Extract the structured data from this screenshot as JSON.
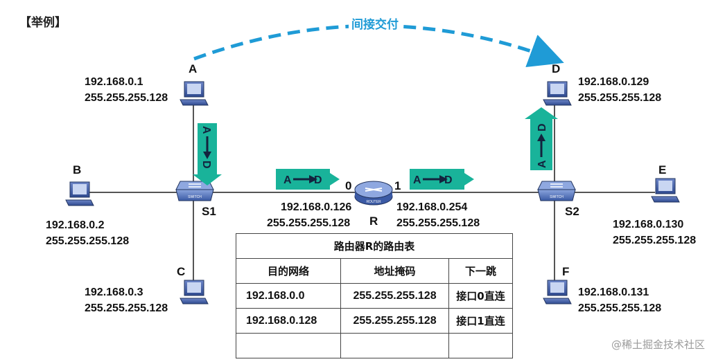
{
  "title": "【举例】",
  "indirect_label": "间接交付",
  "hosts": {
    "A": {
      "name": "A",
      "ip": "192.168.0.1",
      "mask": "255.255.255.128"
    },
    "B": {
      "name": "B",
      "ip": "192.168.0.2",
      "mask": "255.255.255.128"
    },
    "C": {
      "name": "C",
      "ip": "192.168.0.3",
      "mask": "255.255.255.128"
    },
    "D": {
      "name": "D",
      "ip": "192.168.0.129",
      "mask": "255.255.255.128"
    },
    "E": {
      "name": "E",
      "ip": "192.168.0.130",
      "mask": "255.255.255.128"
    },
    "F": {
      "name": "F",
      "ip": "192.168.0.131",
      "mask": "255.255.255.128"
    }
  },
  "switches": {
    "s1": "S1",
    "s2": "S2",
    "device_text": "SWITCH"
  },
  "router": {
    "name": "R",
    "device_text": "ROUTER",
    "if0": {
      "num": "0",
      "ip": "192.168.0.126",
      "mask": "255.255.255.128"
    },
    "if1": {
      "num": "1",
      "ip": "192.168.0.254",
      "mask": "255.255.255.128"
    }
  },
  "arrows": {
    "from": "A",
    "to": "D"
  },
  "routing_table": {
    "caption": "路由器R的路由表",
    "headers": [
      "目的网络",
      "地址掩码",
      "下一跳"
    ],
    "rows": [
      [
        "192.168.0.0",
        "255.255.255.128",
        "接口0直连"
      ],
      [
        "192.168.0.128",
        "255.255.255.128",
        "接口1直连"
      ],
      [
        "",
        "",
        ""
      ]
    ]
  },
  "watermark": "@稀土掘金技术社区",
  "colors": {
    "link": "#555555",
    "dashed": "#1f9bd6",
    "arrow_box": "#19b39a",
    "device": "#3f5ea8"
  }
}
